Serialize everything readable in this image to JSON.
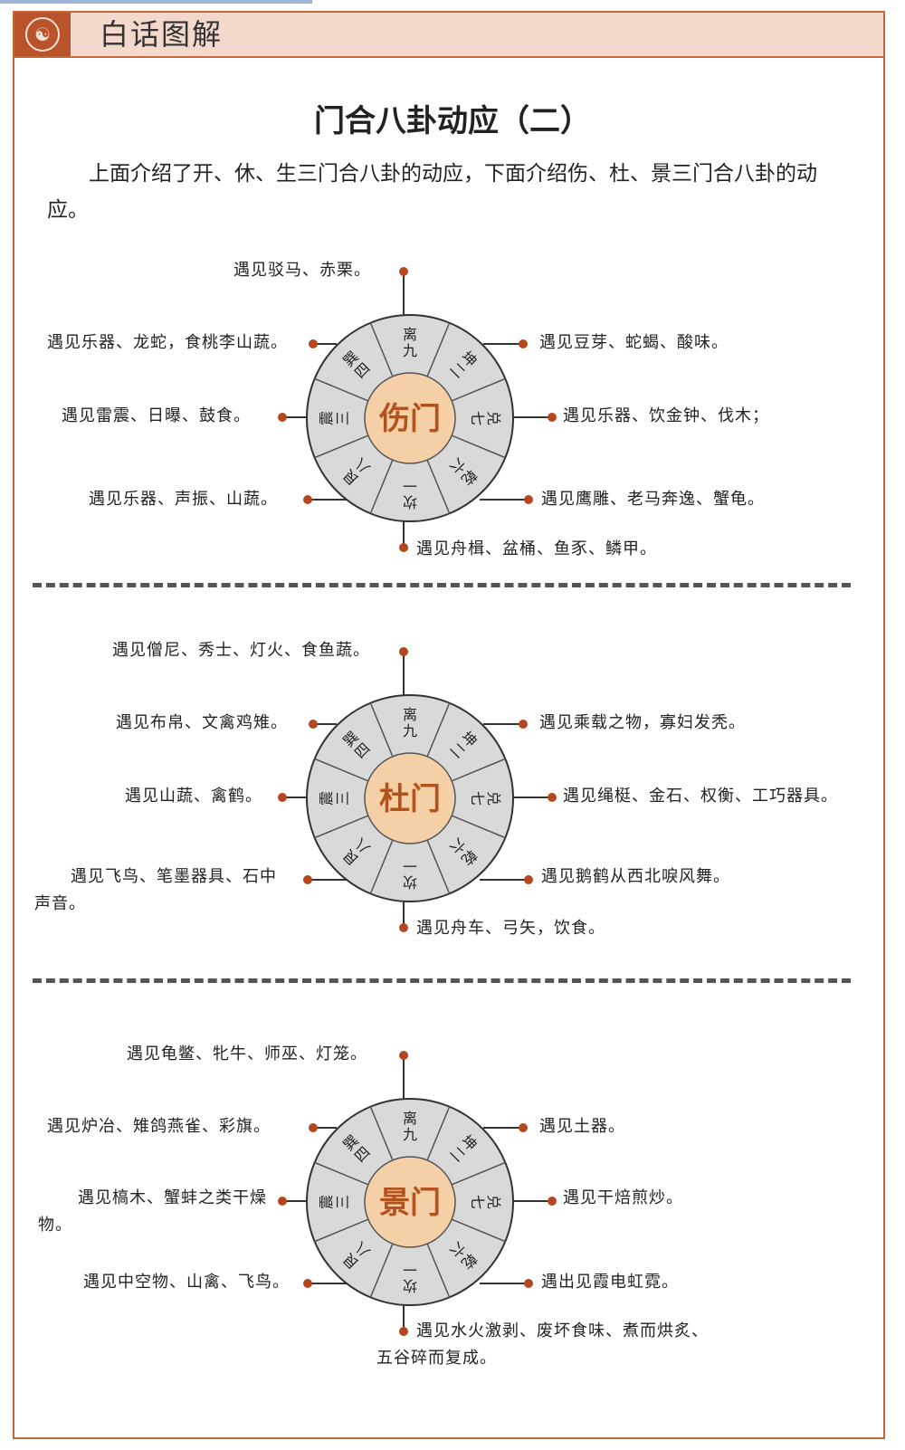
{
  "banner": {
    "title": "白话图解",
    "logo_glyph": "☯"
  },
  "page": {
    "title": "门合八卦动应（二）",
    "intro": "上面介绍了开、休、生三门合八卦的动应，下面介绍伤、杜、景三门合八卦的动应。"
  },
  "colors": {
    "accent": "#c4653a",
    "dot": "#b5461e",
    "ring": "#d9d9d9",
    "center": "#f5cfa6",
    "center_text": "#b2531f"
  },
  "trigram_labels": [
    "离九",
    "坤二",
    "兑七",
    "乾六",
    "坎一",
    "艮八",
    "震三",
    "巽四"
  ],
  "sections": [
    {
      "door": "伤门",
      "labels": {
        "top": "遇见驳马、赤栗。",
        "upper_left": "遇见乐器、龙蛇，食桃李山蔬。",
        "upper_right": "遇见豆芽、蛇蝎、酸味。",
        "left": "遇见雷震、日曝、鼓食。",
        "right": "遇见乐器、饮金钟、伐木；",
        "lower_left": "遇见乐器、声振、山蔬。",
        "lower_right": "遇见鹰雕、老马奔逸、蟹龟。",
        "bottom": "遇见舟楫、盆桶、鱼豕、鳞甲。"
      }
    },
    {
      "door": "杜门",
      "labels": {
        "top": "遇见僧尼、秀士、灯火、食鱼蔬。",
        "upper_left": "遇见布帛、文禽鸡雉。",
        "upper_right": "遇见乘载之物，寡妇发秃。",
        "left": "遇见山蔬、禽鹤。",
        "right": "遇见绳梃、金石、权衡、工巧器具。",
        "lower_left": "遇见飞鸟、笔墨器具、石中声音。",
        "lower_right": "遇见鹅鹤从西北唳风舞。",
        "bottom": "遇见舟车、弓矢，饮食。"
      }
    },
    {
      "door": "景门",
      "labels": {
        "top": "遇见龟鳖、牝牛、师巫、灯笼。",
        "upper_left": "遇见炉冶、雉鸽燕雀、彩旗。",
        "upper_right": "遇见土器。",
        "left": "遇见槁木、蟹蚌之类干燥物。",
        "right": "遇见干焙煎炒。",
        "lower_left": "遇见中空物、山禽、飞鸟。",
        "lower_right": "遇出见霞电虹霓。",
        "bottom": "遇见水火激剥、废坏食味、煮而烘炙、五谷碎而复成。"
      }
    }
  ]
}
